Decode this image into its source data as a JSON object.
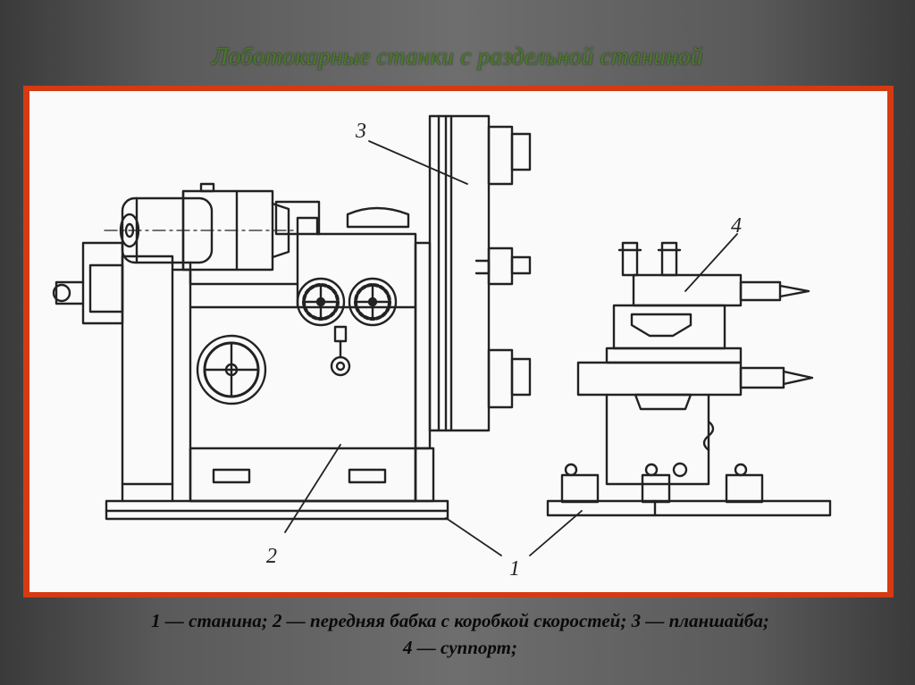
{
  "slide": {
    "title": "Лоботокарные станки с раздельной станиной",
    "caption_line1": "1 — станина; 2 — передняя бабка с коробкой скоростей; 3 — планшайба;",
    "caption_line2": "4 — суппорт;"
  },
  "diagram": {
    "labels": {
      "bed": "1",
      "headstock": "2",
      "faceplate": "3",
      "carriage": "4"
    }
  },
  "colors": {
    "frame": "#d63a12",
    "title": "#4a7a2a",
    "drawing_bg": "#fafafa",
    "ink": "#222222"
  }
}
